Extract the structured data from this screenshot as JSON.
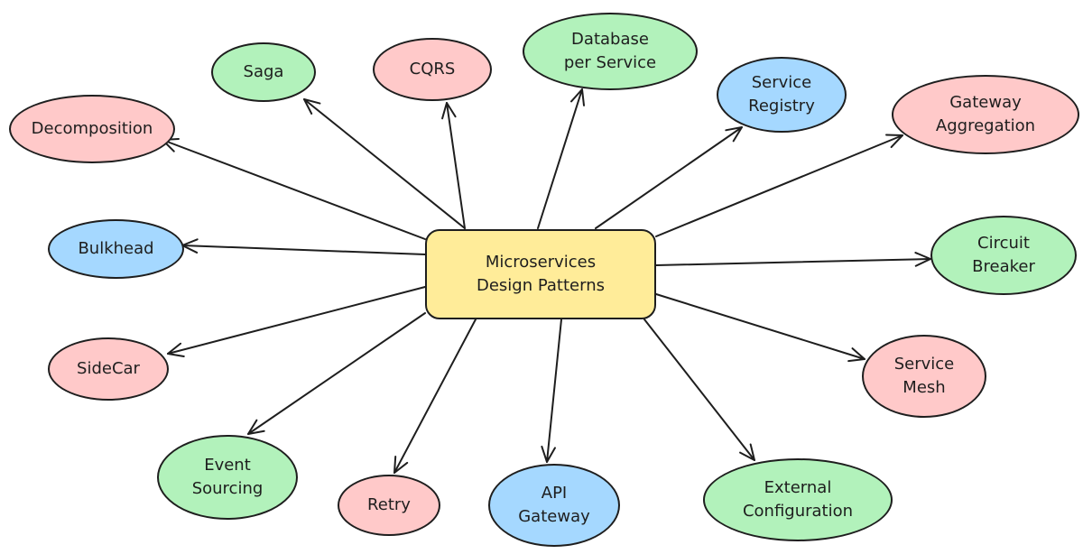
{
  "colors": {
    "pink": "#ffc9c9",
    "green": "#b2f2bb",
    "blue": "#a5d8ff",
    "yellow": "#ffec99",
    "stroke": "#1e1e1e"
  },
  "center": {
    "label": "Microservices\nDesign Patterns",
    "color": "yellow"
  },
  "nodes": [
    {
      "id": "saga",
      "label": "Saga",
      "color": "green"
    },
    {
      "id": "cqrs",
      "label": "CQRS",
      "color": "pink"
    },
    {
      "id": "database-per-service",
      "label": "Database\nper Service",
      "color": "green"
    },
    {
      "id": "service-registry",
      "label": "Service\nRegistry",
      "color": "blue"
    },
    {
      "id": "gateway-aggregation",
      "label": "Gateway\nAggregation",
      "color": "pink"
    },
    {
      "id": "decomposition",
      "label": "Decomposition",
      "color": "pink"
    },
    {
      "id": "bulkhead",
      "label": "Bulkhead",
      "color": "blue"
    },
    {
      "id": "circuit-breaker",
      "label": "Circuit\nBreaker",
      "color": "green"
    },
    {
      "id": "sidecar",
      "label": "SideCar",
      "color": "pink"
    },
    {
      "id": "service-mesh",
      "label": "Service\nMesh",
      "color": "pink"
    },
    {
      "id": "event-sourcing",
      "label": "Event\nSourcing",
      "color": "green"
    },
    {
      "id": "retry",
      "label": "Retry",
      "color": "pink"
    },
    {
      "id": "api-gateway",
      "label": "API\nGateway",
      "color": "blue"
    },
    {
      "id": "external-configuration",
      "label": "External\nConfiguration",
      "color": "green"
    }
  ]
}
